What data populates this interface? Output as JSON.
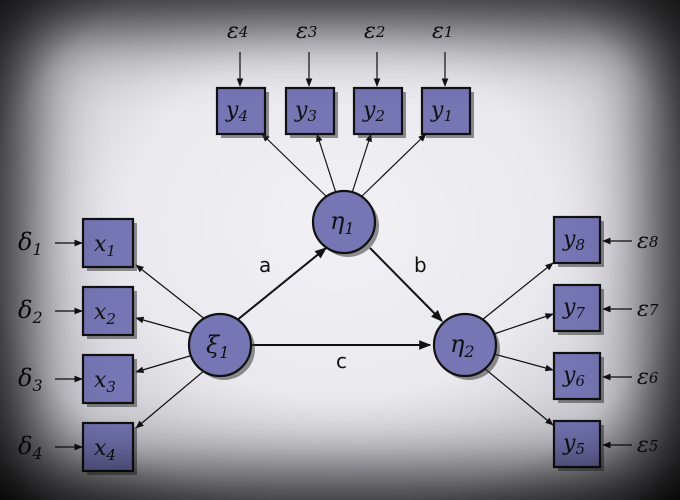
{
  "latent": {
    "xi1": {
      "symbol": "ξ",
      "sub": "1"
    },
    "eta1": {
      "symbol": "η",
      "sub": "1"
    },
    "eta2": {
      "symbol": "η",
      "sub": "2"
    }
  },
  "x_indicators": [
    {
      "symbol": "x",
      "sub": "1",
      "err_symbol": "δ",
      "err_sub": "1"
    },
    {
      "symbol": "x",
      "sub": "2",
      "err_symbol": "δ",
      "err_sub": "2"
    },
    {
      "symbol": "x",
      "sub": "3",
      "err_symbol": "δ",
      "err_sub": "3"
    },
    {
      "symbol": "x",
      "sub": "4",
      "err_symbol": "δ",
      "err_sub": "4"
    }
  ],
  "eta1_indicators": [
    {
      "symbol": "y",
      "sub": "4",
      "err_symbol": "ε",
      "err_sub": "4"
    },
    {
      "symbol": "y",
      "sub": "3",
      "err_symbol": "ε",
      "err_sub": "3"
    },
    {
      "symbol": "y",
      "sub": "2",
      "err_symbol": "ε",
      "err_sub": "2"
    },
    {
      "symbol": "y",
      "sub": "1",
      "err_symbol": "ε",
      "err_sub": "1"
    }
  ],
  "eta2_indicators": [
    {
      "symbol": "y",
      "sub": "8",
      "err_symbol": "ε",
      "err_sub": "8"
    },
    {
      "symbol": "y",
      "sub": "7",
      "err_symbol": "ε",
      "err_sub": "7"
    },
    {
      "symbol": "y",
      "sub": "6",
      "err_symbol": "ε",
      "err_sub": "6"
    },
    {
      "symbol": "y",
      "sub": "5",
      "err_symbol": "ε",
      "err_sub": "5"
    }
  ],
  "paths": {
    "a": "a",
    "b": "b",
    "c": "c"
  },
  "colors": {
    "node_fill": "#7676b5",
    "stroke": "#111111"
  }
}
